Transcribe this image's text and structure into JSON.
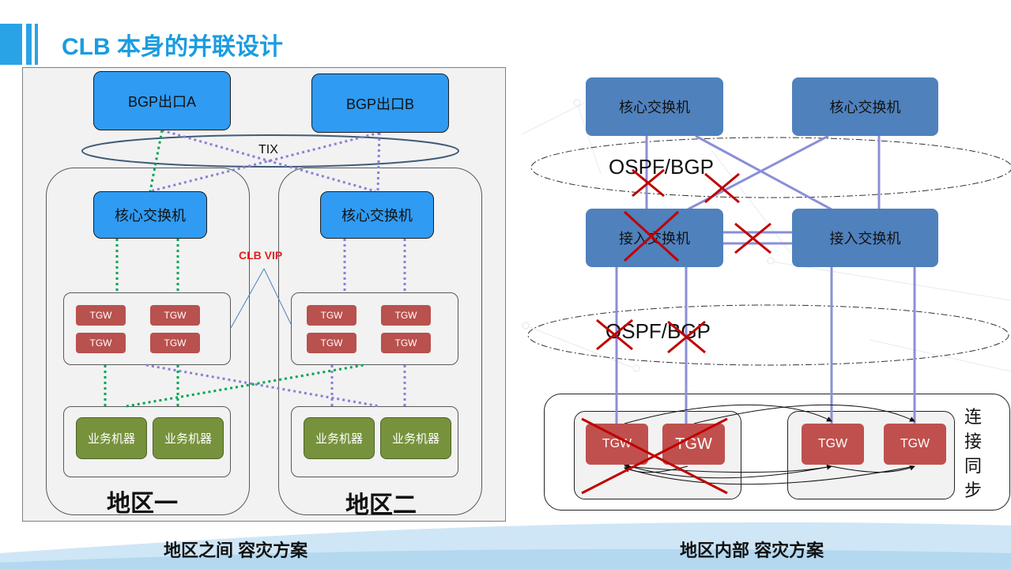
{
  "slide": {
    "title": "CLB 本身的并联设计"
  },
  "left_diagram": {
    "bgp_a": "BGP出口A",
    "bgp_b": "BGP出口B",
    "tix": "TIX",
    "clb_vip": "CLB VIP",
    "region1": {
      "core_switch": "核心交换机",
      "tgw": [
        "TGW",
        "TGW",
        "TGW",
        "TGW"
      ],
      "servers": [
        "业务机器",
        "业务机器"
      ],
      "label": "地区一"
    },
    "region2": {
      "core_switch": "核心交换机",
      "tgw": [
        "TGW",
        "TGW",
        "TGW",
        "TGW"
      ],
      "servers": [
        "业务机器",
        "业务机器"
      ],
      "label": "地区二"
    },
    "caption": "地区之间 容灾方案"
  },
  "right_diagram": {
    "core_switches": [
      "核心交换机",
      "核心交换机"
    ],
    "access_switches": [
      "接入交换机",
      "接入交换机"
    ],
    "ospf_top": "OSPF/BGP",
    "ospf_bottom": "OSPF/BGP",
    "tgw": [
      "TGW",
      "TGW",
      "TGW",
      "TGW"
    ],
    "sync_label": [
      "连",
      "接",
      "同",
      "步"
    ],
    "caption": "地区内部  容灾方案"
  },
  "colors": {
    "title_blue": "#1a9ce0",
    "box_blue": "#2f9bf2",
    "steel_blue": "#4f81bd",
    "tgw_red": "#b9514e",
    "server_green": "#77923c",
    "green_dotted": "#00a651",
    "purple_dotted": "#8c7fd6",
    "link_purple": "#8b8fd6",
    "cross_red": "#c00000"
  }
}
